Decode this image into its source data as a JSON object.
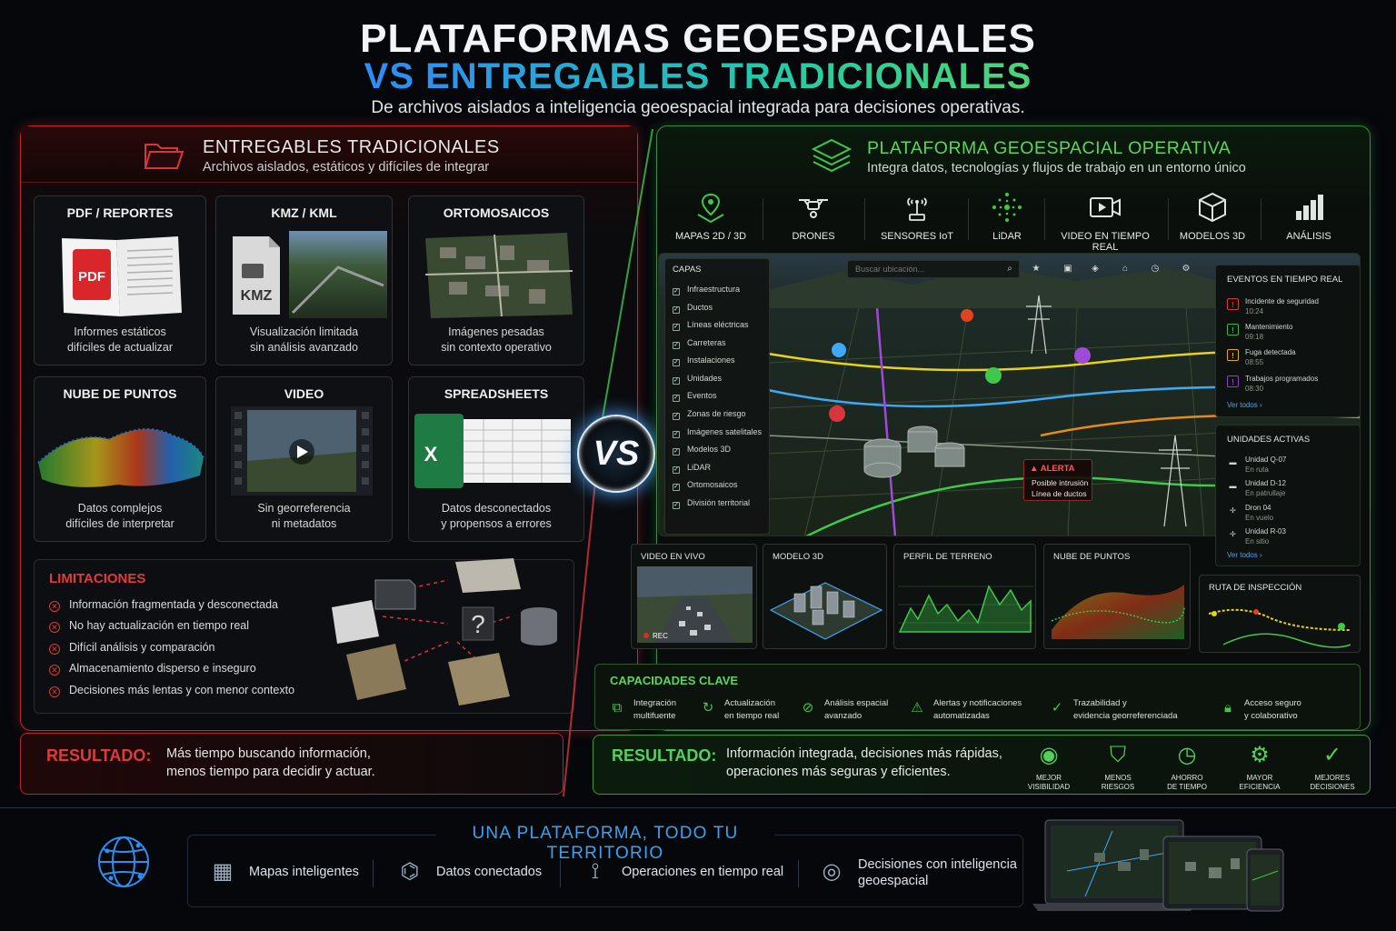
{
  "header": {
    "title_line1": "PLATAFORMAS GEOESPACIALES",
    "title_line2": "VS ENTREGABLES TRADICIONALES",
    "subtitle": "De archivos aislados a inteligencia geoespacial integrada para decisiones operativas."
  },
  "traditional": {
    "title": "ENTREGABLES TRADICIONALES",
    "subtitle": "Archivos aislados, estáticos y difíciles de integrar",
    "cards": [
      {
        "title": "PDF / REPORTES",
        "desc1": "Informes estáticos",
        "desc2": "difíciles de actualizar",
        "icon": "pdf-file-icon",
        "badge": "PDF"
      },
      {
        "title": "KMZ / KML",
        "desc1": "Visualización limitada",
        "desc2": "sin análisis avanzado",
        "icon": "kmz-file-icon",
        "badge": "KMZ"
      },
      {
        "title": "ORTOMOSAICOS",
        "desc1": "Imágenes pesadas",
        "desc2": "sin contexto operativo",
        "icon": "orthomosaic-icon"
      },
      {
        "title": "NUBE DE PUNTOS",
        "desc1": "Datos complejos",
        "desc2": "difíciles de interpretar",
        "icon": "point-cloud-icon"
      },
      {
        "title": "VIDEO",
        "desc1": "Sin georreferencia",
        "desc2": "ni metadatos",
        "icon": "video-film-icon"
      },
      {
        "title": "SPREADSHEETS",
        "desc1": "Datos desconectados",
        "desc2": "y propensos a errores",
        "icon": "spreadsheet-icon",
        "badge": "X"
      }
    ],
    "limitations_title": "LIMITACIONES",
    "limitations": [
      "Información fragmentada y desconectada",
      "No hay actualización en tiempo real",
      "Difícil análisis y comparación",
      "Almacenamiento disperso e inseguro",
      "Decisiones más lentas y con menor contexto"
    ],
    "result_label": "RESULTADO:",
    "result_line1": "Más tiempo buscando información,",
    "result_line2": "menos tiempo para decidir y actuar."
  },
  "vs_label": "VS",
  "platform": {
    "title": "PLATAFORMA GEOESPACIAL OPERATIVA",
    "subtitle": "Integra datos, tecnologías y flujos de trabajo en un entorno único",
    "technologies": [
      {
        "label": "MAPAS 2D / 3D",
        "icon": "map-pin-icon"
      },
      {
        "label": "DRONES",
        "icon": "drone-icon"
      },
      {
        "label": "SENSORES IoT",
        "icon": "iot-sensor-icon"
      },
      {
        "label": "LiDAR",
        "icon": "lidar-icon"
      },
      {
        "label": "VIDEO EN TIEMPO REAL",
        "icon": "video-camera-icon"
      },
      {
        "label": "MODELOS 3D",
        "icon": "cube-icon"
      },
      {
        "label": "ANÁLISIS",
        "icon": "bar-chart-icon"
      }
    ],
    "layers_title": "CAPAS",
    "layers": [
      "Infraestructura",
      "Ductos",
      "Líneas eléctricas",
      "Carreteras",
      "Instalaciones",
      "Unidades",
      "Eventos",
      "Zonas de riesgo",
      "Imágenes satelitales",
      "Modelos 3D",
      "LiDAR",
      "Ortomosaicos",
      "División territorial"
    ],
    "search_placeholder": "Buscar ubicación...",
    "alert_title": "ALERTA",
    "alert_line1": "Posible intrusión",
    "alert_line2": "Línea de ductos",
    "events_title": "EVENTOS EN TIEMPO REAL",
    "events": [
      {
        "text": "Incidente de seguridad",
        "time": "10:24",
        "color": "#d8363a"
      },
      {
        "text": "Mantenimiento",
        "time": "09:18",
        "color": "#39b54a"
      },
      {
        "text": "Fuga detectada",
        "time": "08:55",
        "color": "#e3a81c"
      },
      {
        "text": "Trabajos programados",
        "time": "08:30",
        "color": "#8a45c8"
      }
    ],
    "events_link": "Ver todos ›",
    "units_title": "UNIDADES ACTIVAS",
    "units": [
      {
        "text": "Unidad Q-07",
        "status": "En ruta",
        "icon": "car-icon"
      },
      {
        "text": "Unidad D-12",
        "status": "En patrullaje",
        "icon": "car-icon"
      },
      {
        "text": "Dron 04",
        "status": "En vuelo",
        "icon": "drone-icon"
      },
      {
        "text": "Unidad R-03",
        "status": "En sitio",
        "icon": "drone-icon"
      }
    ],
    "units_link": "Ver todos ›",
    "thumbnails": [
      {
        "title": "VIDEO EN VIVO",
        "rec": "REC"
      },
      {
        "title": "MODELO 3D"
      },
      {
        "title": "PERFIL DE TERRENO"
      },
      {
        "title": "NUBE DE PUNTOS"
      },
      {
        "title": "RUTA DE INSPECCIÓN"
      }
    ],
    "capabilities_title": "CAPACIDADES CLAVE",
    "capabilities": [
      {
        "l1": "Integración",
        "l2": "multifuente",
        "icon": "integration-icon"
      },
      {
        "l1": "Actualización",
        "l2": "en tiempo real",
        "icon": "refresh-clock-icon"
      },
      {
        "l1": "Análisis espacial",
        "l2": "avanzado",
        "icon": "compass-icon"
      },
      {
        "l1": "Alertas y notificaciones",
        "l2": "automatizadas",
        "icon": "warning-icon"
      },
      {
        "l1": "Trazabilidad y",
        "l2": "evidencia georreferenciada",
        "icon": "map-check-icon"
      },
      {
        "l1": "Acceso seguro",
        "l2": "y colaborativo",
        "icon": "lock-icon"
      }
    ],
    "result_label": "RESULTADO:",
    "result_line1": "Información integrada, decisiones más rápidas,",
    "result_line2": "operaciones más seguras y eficientes.",
    "benefits": [
      {
        "l1": "MEJOR",
        "l2": "VISIBILIDAD",
        "icon": "eye-icon"
      },
      {
        "l1": "MENOS",
        "l2": "RIESGOS",
        "icon": "shield-check-icon"
      },
      {
        "l1": "AHORRO",
        "l2": "DE TIEMPO",
        "icon": "clock-icon"
      },
      {
        "l1": "MAYOR",
        "l2": "EFICIENCIA",
        "icon": "gear-icon"
      },
      {
        "l1": "MEJORES",
        "l2": "DECISIONES",
        "icon": "check-circle-icon"
      }
    ]
  },
  "footer": {
    "title": "UNA  PLATAFORMA, TODO TU TERRITORIO",
    "items": [
      {
        "label": "Mapas inteligentes",
        "icon": "folded-map-icon"
      },
      {
        "label": "Datos conectados",
        "icon": "network-icon"
      },
      {
        "label": "Operaciones en tiempo real",
        "icon": "route-icon"
      },
      {
        "label1": "Decisiones con inteligencia",
        "label2": "geoespacial",
        "icon": "target-icon"
      }
    ]
  },
  "colors": {
    "red": "#d8363a",
    "green": "#3fc84a",
    "blue": "#3aa3f0"
  }
}
